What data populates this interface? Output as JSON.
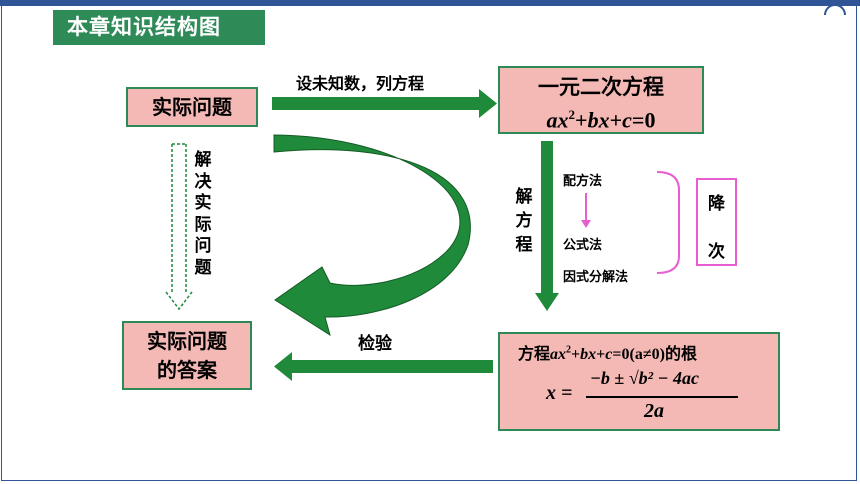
{
  "title": "本章知识结构图",
  "nodes": {
    "actual_problem": "实际问题",
    "equation_title": "一元二次方程",
    "equation_formula": {
      "a": "ax",
      "sup": "2",
      "rest1": "+",
      "b": "bx",
      "rest2": "+",
      "c": "c",
      "rest3": "=0"
    },
    "answer_line1": "实际问题",
    "answer_line2": "的答案",
    "roots_label_prefix": "方程",
    "roots_label_suffix": "的根",
    "roots_condition": "0(a≠0)",
    "roots_formula": {
      "lhs": "x =",
      "numerator": "−b ± √b² − 4ac",
      "denominator": "2a"
    }
  },
  "edges": {
    "top_label": "设未知数，列方程",
    "solve_chars": [
      "解",
      "方",
      "程"
    ],
    "solve_real_chars": [
      "解",
      "决",
      "实",
      "际",
      "问",
      "题"
    ],
    "check_label": "检验"
  },
  "methods": {
    "items": [
      "配方法",
      "公式法",
      "因式分解法"
    ],
    "reduce_chars": [
      "降",
      "次"
    ]
  },
  "colors": {
    "title_bg": "#2e8b57",
    "arrow_green": "#1f8a3a",
    "box_fill": "#f4b9b4",
    "box_border": "#2d8a57",
    "pink": "#e85ed0",
    "frame": "#2f5597"
  }
}
